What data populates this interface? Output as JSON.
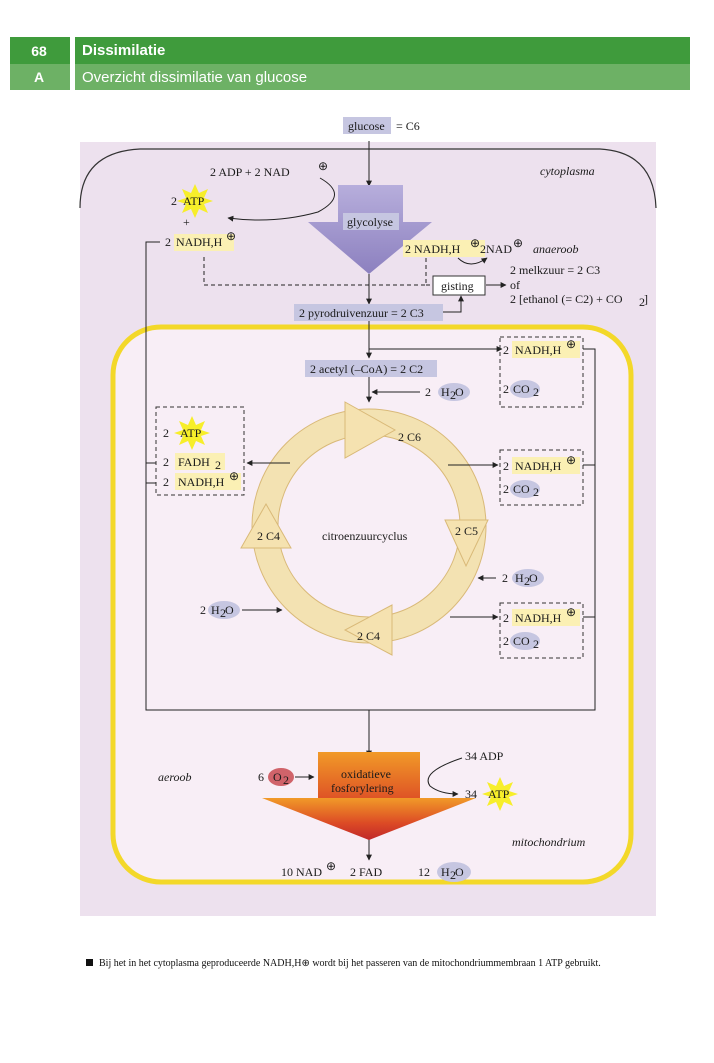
{
  "header": {
    "chapter_number": "68",
    "chapter_title": "Dissimilatie",
    "section_letter": "A",
    "section_title": "Overzicht dissimilatie van glucose"
  },
  "diagram": {
    "glucose": "glucose",
    "glucose_eq": "= C6",
    "cytoplasma": "cytoplasma",
    "adp_nad": "2 ADP  + 2 NAD",
    "nad_sup": "⊕",
    "atp_coef": "2",
    "atp": "ATP",
    "plus": "+",
    "nadh_coef": "2",
    "nadh": "NADH,H",
    "glycolyse": "glycolyse",
    "nadh2": "2 NADH,H",
    "nad2": "2NAD",
    "anaeroob": "anaeroob",
    "melkzuur": "2 melkzuur = 2 C3",
    "of": "of",
    "ethanol": "2 [ethanol (= C2) + CO",
    "ethanol_end": "]",
    "sub2": "2",
    "gisting": "gisting",
    "pyrodruivenzuur": "2 pyrodruivenzuur = 2 C3",
    "acetyl": "2 acetyl (–CoA) = 2 C2",
    "h2o_coef": "2",
    "h2o": "H",
    "h2o_o": "O",
    "co2": "CO",
    "fadh": "FADH",
    "c6": "2 C6",
    "c5": "2 C5",
    "c4_left": "2 C4",
    "c4_bottom": "2 C4",
    "citroenzuurcyclus": "citroenzuurcyclus",
    "aeroob": "aeroob",
    "o2_coef": "6",
    "o2": "O",
    "oxidatieve": "oxidatieve",
    "fosforylering": "fosforylering",
    "adp34": "34  ADP",
    "atp34_coef": "34",
    "mitochondrium": "mitochondrium",
    "nad10": "10 NAD",
    "fad2": "2 FAD",
    "h2o12_coef": "12"
  },
  "caption": "Bij het in het cytoplasma geproduceerde NADH,H⊕ wordt bij het passeren van de mitochondriummembraan 1 ATP gebruikt.",
  "colors": {
    "header_dark": "#3f9b3c",
    "header_light": "#6db165",
    "cytoplasm": "#ecd9eb",
    "mitochondrion_border": "#f3d829",
    "glycolysis_arrow": "#9a8ec2",
    "cycle_arrows": "#f5e2b0",
    "oxphos_arrow": "#d8402a",
    "label_blue": "#c6c6e1",
    "label_yellow": "#fbf0b4",
    "atp_star": "#f7ee2a"
  }
}
